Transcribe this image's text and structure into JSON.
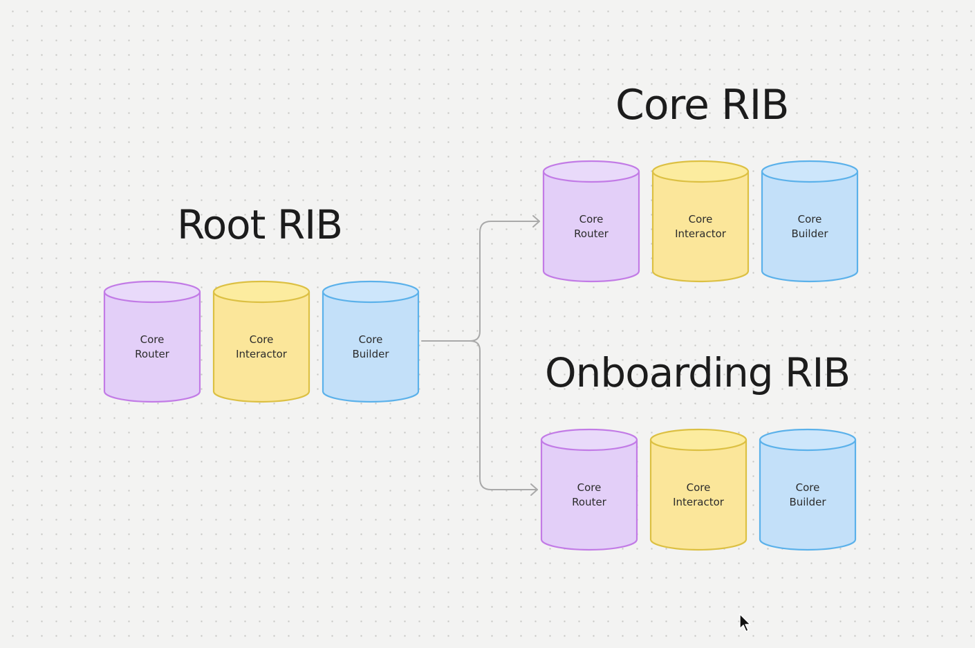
{
  "diagram": {
    "groups": [
      {
        "id": "root",
        "title": "Root RIB",
        "components": [
          {
            "line1": "Core",
            "line2": "Router",
            "color": "purple"
          },
          {
            "line1": "Core",
            "line2": "Interactor",
            "color": "yellow"
          },
          {
            "line1": "Core",
            "line2": "Builder",
            "color": "blue"
          }
        ]
      },
      {
        "id": "core",
        "title": "Core RIB",
        "components": [
          {
            "line1": "Core",
            "line2": "Router",
            "color": "purple"
          },
          {
            "line1": "Core",
            "line2": "Interactor",
            "color": "yellow"
          },
          {
            "line1": "Core",
            "line2": "Builder",
            "color": "blue"
          }
        ]
      },
      {
        "id": "onboarding",
        "title": "Onboarding RIB",
        "components": [
          {
            "line1": "Core",
            "line2": "Router",
            "color": "purple"
          },
          {
            "line1": "Core",
            "line2": "Interactor",
            "color": "yellow"
          },
          {
            "line1": "Core",
            "line2": "Builder",
            "color": "blue"
          }
        ]
      }
    ],
    "connections": [
      {
        "from": "root",
        "to": "core"
      },
      {
        "from": "root",
        "to": "onboarding"
      }
    ],
    "colors": {
      "purple": "#c27be6",
      "yellow": "#dcc043",
      "blue": "#5bb1ea",
      "connector": "#a9a9a9",
      "background": "#f3f3f2"
    },
    "icons": {
      "cursor": "mouse-pointer-icon"
    }
  }
}
